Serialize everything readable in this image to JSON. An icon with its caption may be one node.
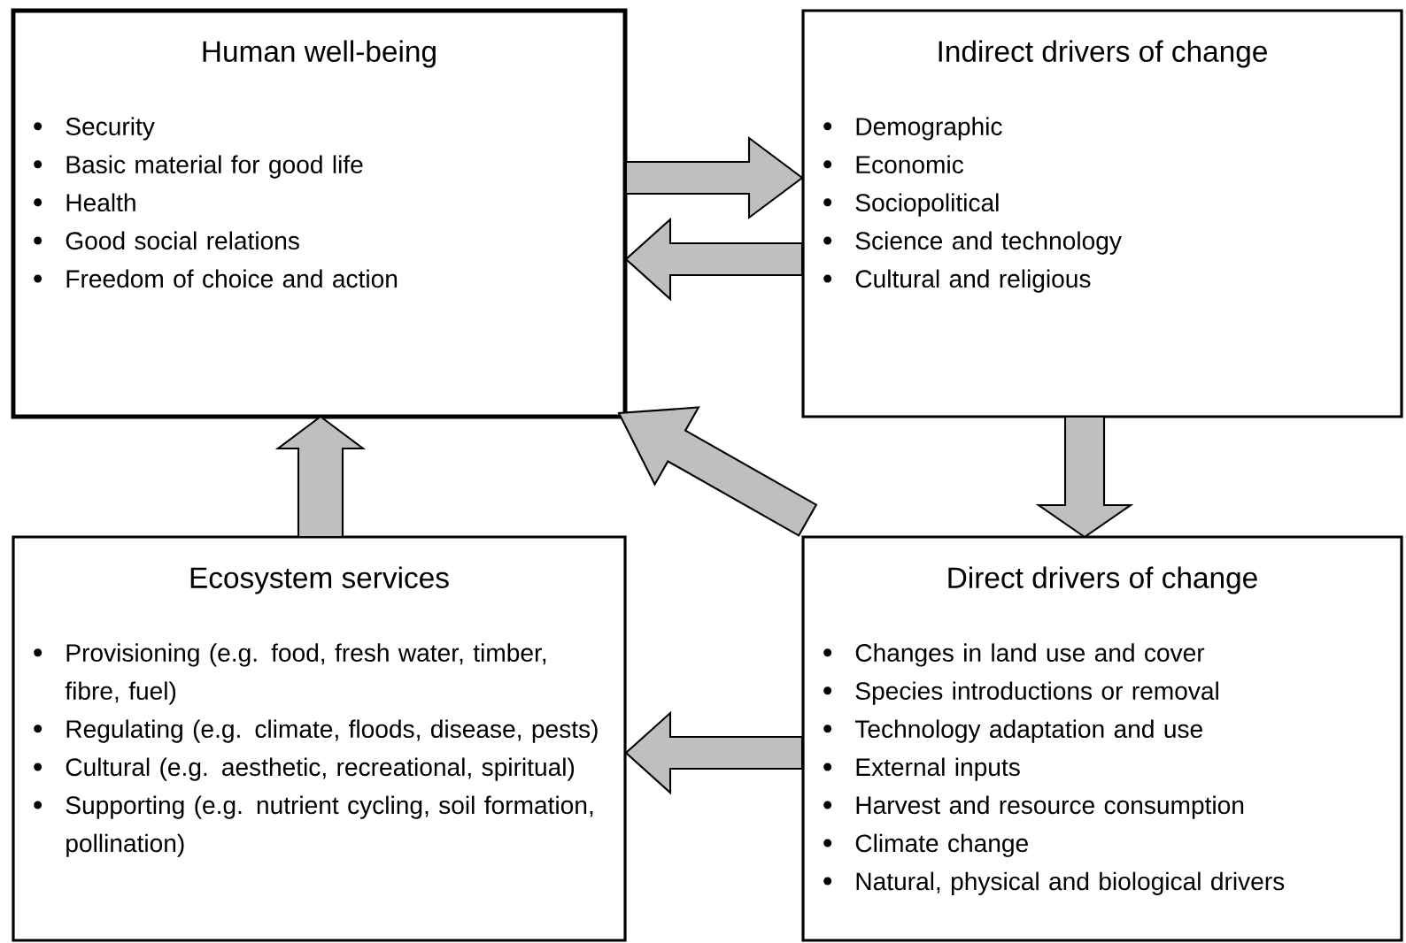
{
  "diagram": {
    "nodes": [
      {
        "text": [
          "Human well-being",
          "Security",
          "Basic material for good life",
          "Health",
          "Good social relations",
          "Freedom of choice and action"
        ]
      },
      {
        "text": [
          "Indirect drivers of change",
          "Demographic",
          "Economic",
          "Sociopolitical",
          "Science and technology",
          "Cultural and religious"
        ]
      },
      {
        "text": [
          "Ecosystem services",
          "Provisioning (e.g. food, fresh water, timber, fibre, fuel)",
          "Regulating (e.g. climate, floods, disease, pests)",
          "Cultural (e.g. aesthetic, recreational, spiritual)",
          "Supporting (e.g. nutrient cycling, soil formation, pollination)"
        ]
      },
      {
        "text": [
          "Direct drivers of change",
          "Changes in land use and cover",
          "Species introductions or removal",
          "Technology adaptation and use",
          "External inputs",
          "Harvest and resource consumption",
          "Climate change",
          "Natural, physical and biological drivers"
        ]
      }
    ],
    "edges": [
      {
        "from": 0,
        "to": 1,
        "arrow": "to"
      },
      {
        "from": 1,
        "to": 0,
        "arrow": "to"
      },
      {
        "from": 1,
        "to": 3,
        "arrow": "to"
      },
      {
        "from": 3,
        "to": 0,
        "arrow": "to"
      },
      {
        "from": 3,
        "to": 2,
        "arrow": "to"
      },
      {
        "from": 2,
        "to": 0,
        "arrow": "to"
      }
    ]
  }
}
